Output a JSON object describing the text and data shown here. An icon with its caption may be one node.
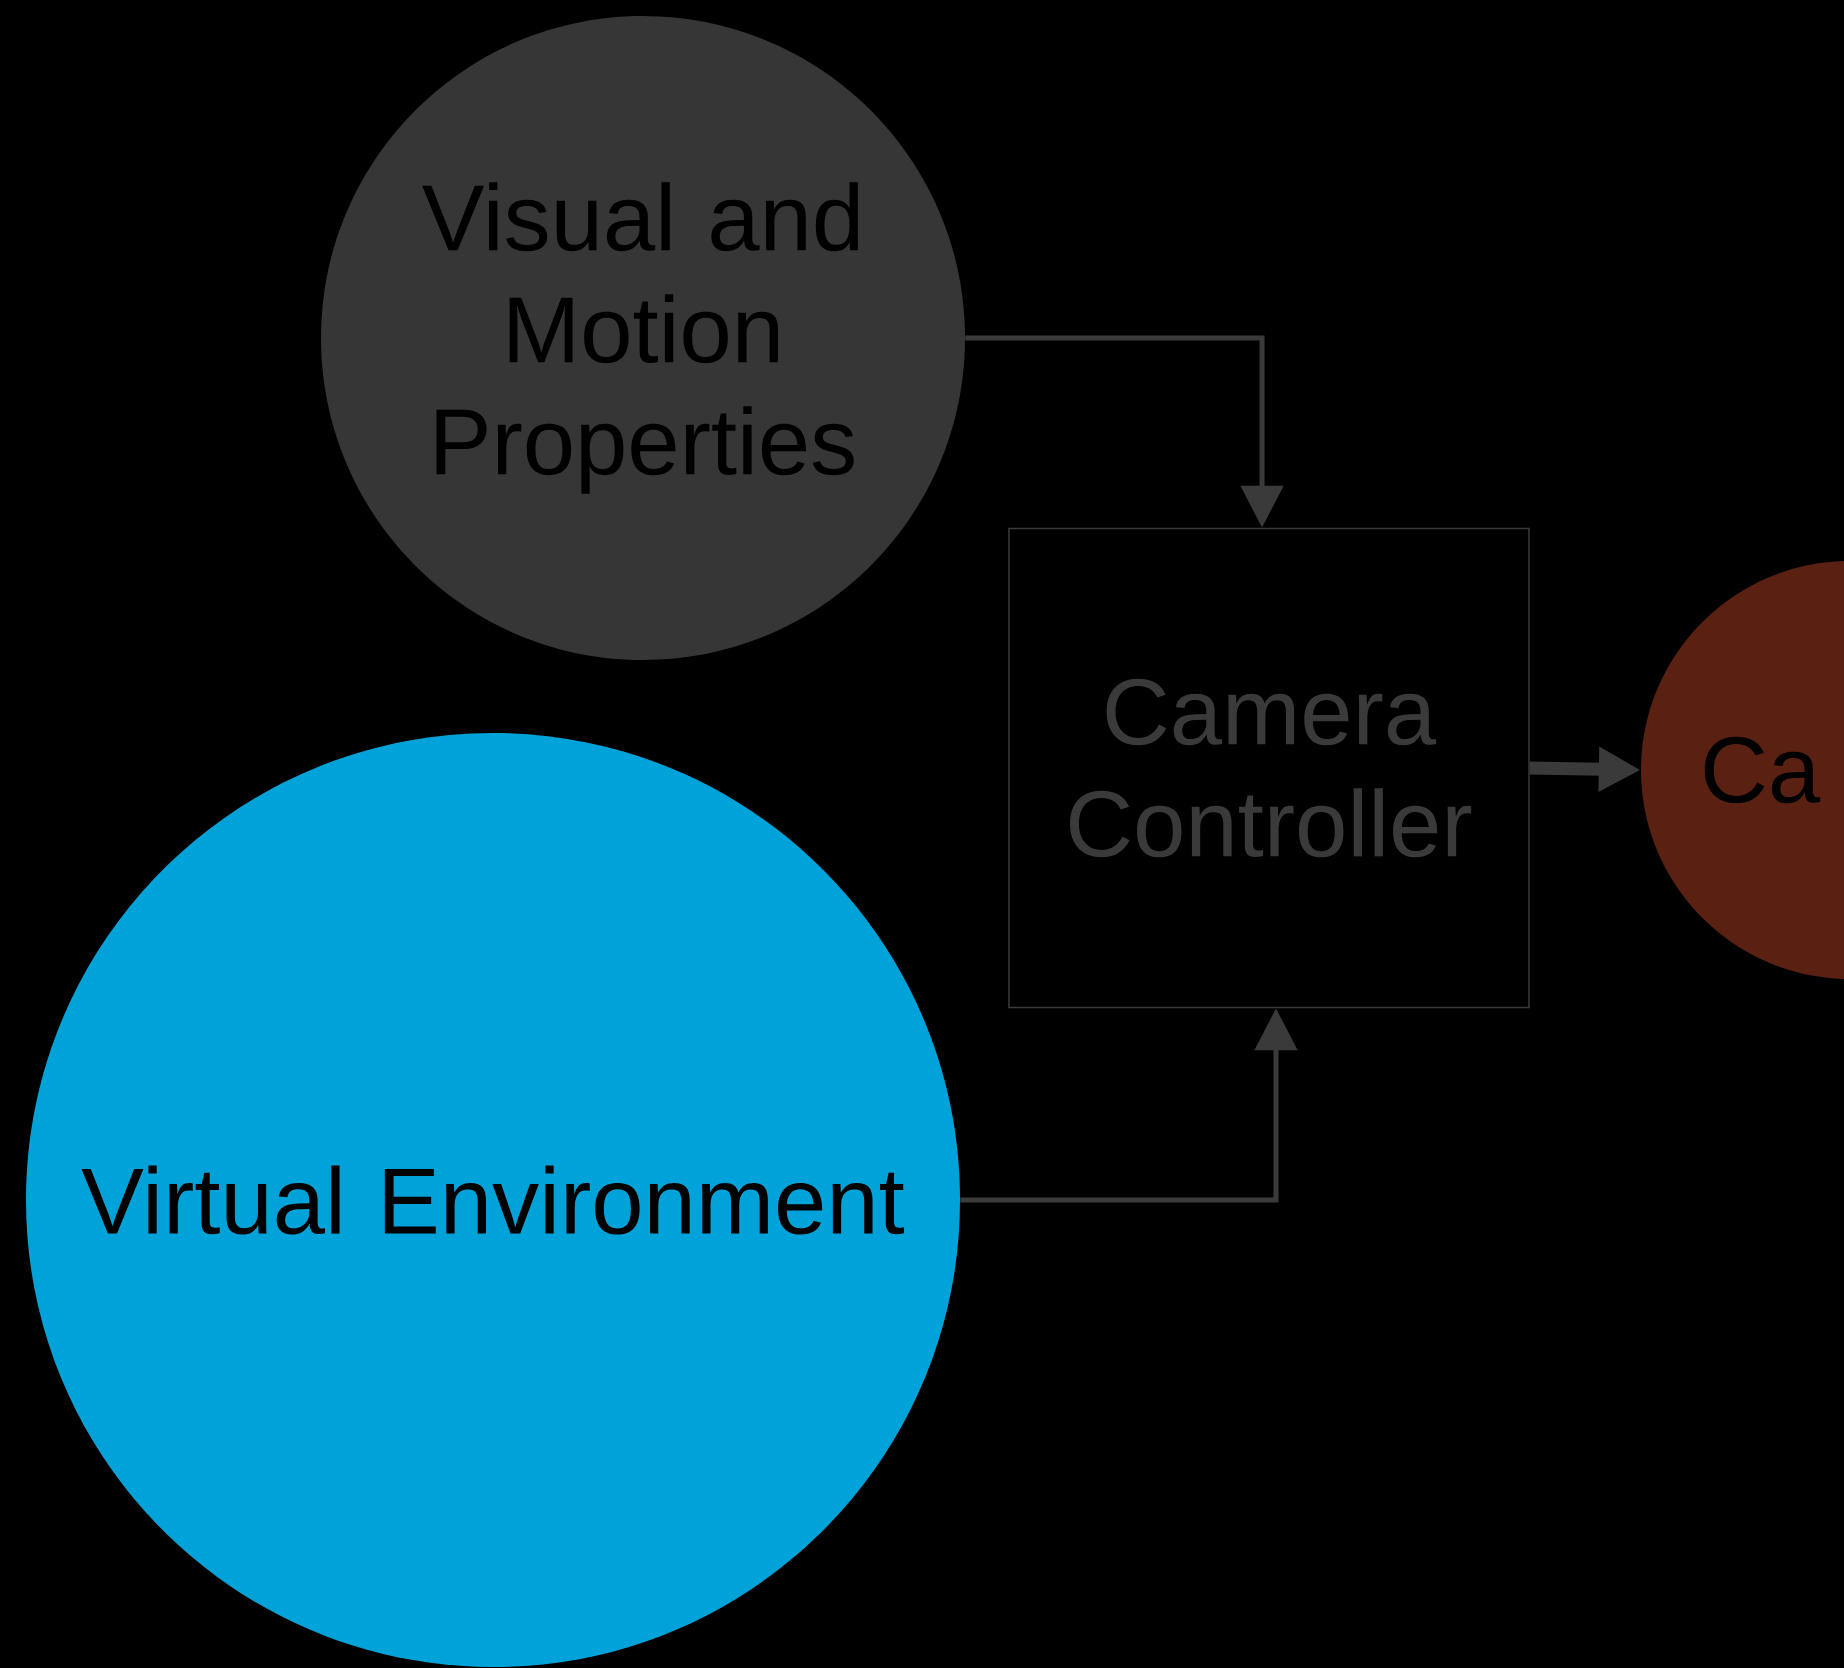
{
  "diagram": {
    "nodes": [
      {
        "text": [
          "Visual and Motion Properties"
        ]
      },
      {
        "text": [
          "Virtual Environment"
        ]
      },
      {
        "text": [
          "Camera Controller"
        ]
      },
      {
        "text": [
          "Ca"
        ]
      }
    ],
    "edges": [
      {
        "from": 0,
        "to": 2,
        "arrow": "to"
      },
      {
        "from": 1,
        "to": 2,
        "arrow": "to"
      },
      {
        "from": 2,
        "to": 3,
        "arrow": "to",
        "style": "thick"
      }
    ]
  }
}
